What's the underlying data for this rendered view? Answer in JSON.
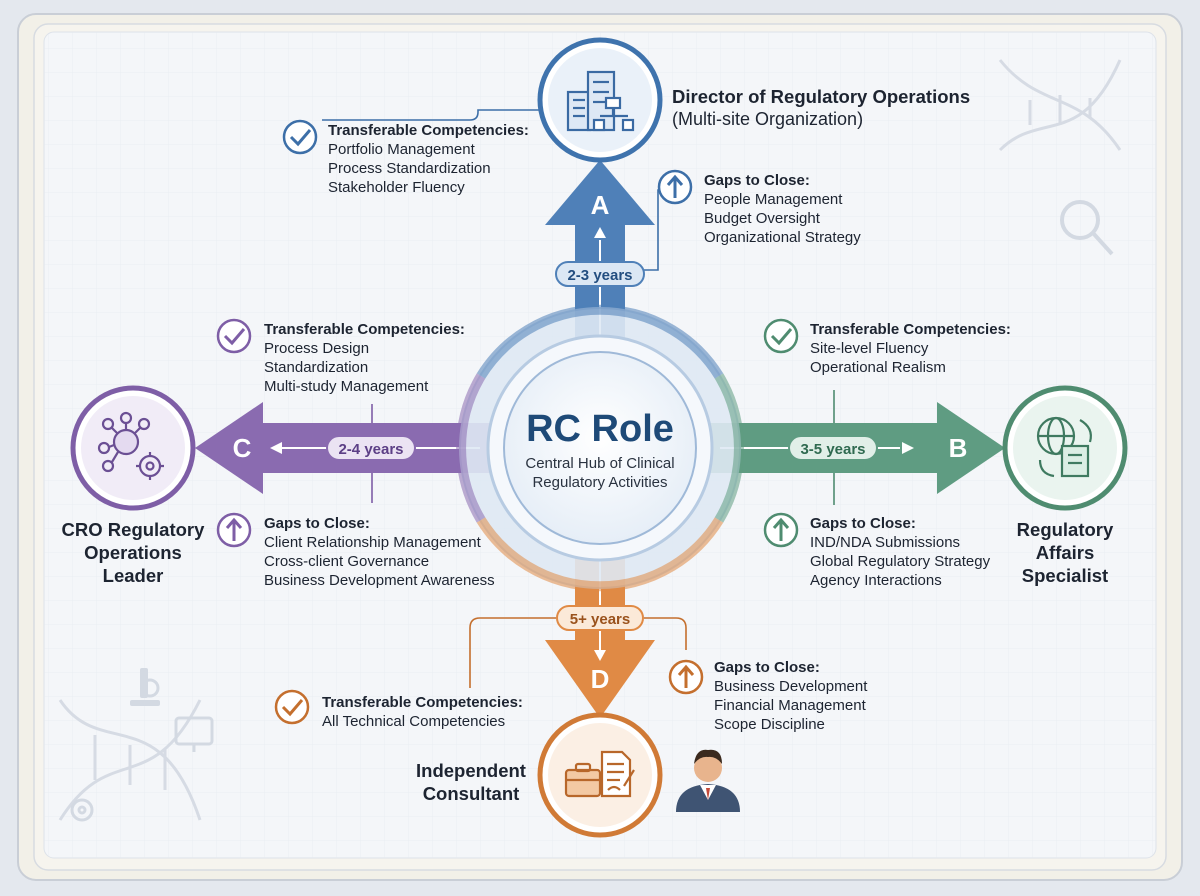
{
  "hub": {
    "title": "RC Role",
    "subtitle": "Central Hub of Clinical Regulatory Activities"
  },
  "colors": {
    "path_a": "#4f80b8",
    "path_b": "#5f9c82",
    "path_c": "#8a6bb0",
    "path_d": "#e08a45"
  },
  "paths": {
    "a": {
      "letter": "A",
      "duration": "2-3 years",
      "title": "Director of Regulatory Operations",
      "subtitle": "(Multi-site Organization)",
      "node_icon": "organization-building-icon",
      "transferable": {
        "heading": "Transferable Competencies:",
        "items": [
          "Portfolio Management",
          "Process Standardization",
          "Stakeholder Fluency"
        ]
      },
      "gaps": {
        "heading": "Gaps to Close:",
        "items": [
          "People Management",
          "Budget Oversight",
          "Organizational Strategy"
        ]
      }
    },
    "b": {
      "letter": "B",
      "duration": "3-5 years",
      "title_lines": [
        "Regulatory",
        "Affairs",
        "Specialist"
      ],
      "node_icon": "global-regulatory-icon",
      "transferable": {
        "heading": "Transferable Competencies:",
        "items": [
          "Site-level Fluency",
          "Operational Realism"
        ]
      },
      "gaps": {
        "heading": "Gaps to Close:",
        "items": [
          "IND/NDA Submissions",
          "Global Regulatory Strategy",
          "Agency Interactions"
        ]
      }
    },
    "c": {
      "letter": "C",
      "duration": "2-4 years",
      "title_lines": [
        "CRO Regulatory",
        "Operations",
        "Leader"
      ],
      "node_icon": "network-gear-icon",
      "transferable": {
        "heading": "Transferable Competencies:",
        "items": [
          "Process Design",
          "Standardization",
          "Multi-study Management"
        ]
      },
      "gaps": {
        "heading": "Gaps to Close:",
        "items": [
          "Client Relationship Management",
          "Cross-client Governance",
          "Business Development Awareness"
        ]
      }
    },
    "d": {
      "letter": "D",
      "duration": "5+ years",
      "title_lines": [
        "Independent",
        "Consultant"
      ],
      "node_icon": "briefcase-document-icon",
      "transferable": {
        "heading": "Transferable Competencies:",
        "items": [
          "All Technical Competencies"
        ]
      },
      "gaps": {
        "heading": "Gaps to Close:",
        "items": [
          "Business Development",
          "Financial Management",
          "Scope Discipline"
        ]
      }
    }
  }
}
